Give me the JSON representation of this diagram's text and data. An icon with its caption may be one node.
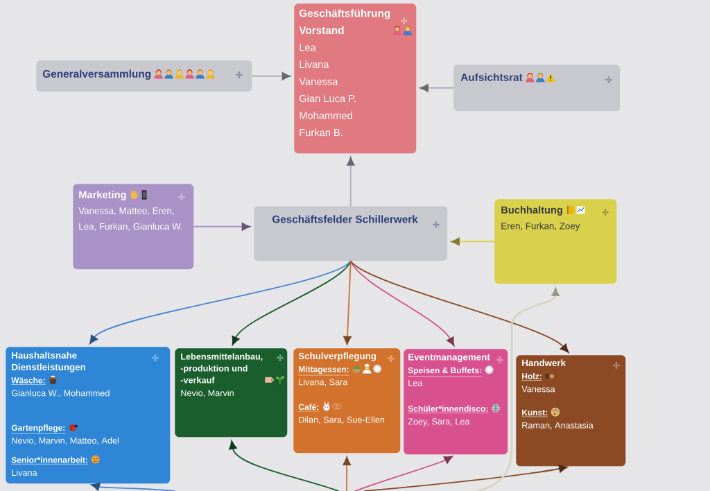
{
  "diagram": {
    "nodes": [
      {
        "text": [
          "Geschäftsführung Vorstand",
          "Lea",
          "Livana",
          "Vanessa",
          "Gian Luca P.",
          "Mohammed",
          "Furkan B."
        ]
      },
      {
        "text": [
          "Generalversammlung"
        ]
      },
      {
        "text": [
          "Aufsichtsrat"
        ]
      },
      {
        "text": [
          "Marketing",
          "Vanessa, Matteo, Eren, Lea, Furkan, Gianluca W."
        ]
      },
      {
        "text": [
          "Geschäftsfelder Schillerwerk"
        ]
      },
      {
        "text": [
          "Buchhaltung",
          "Eren, Furkan, Zoey"
        ]
      },
      {
        "text": [
          "Haushaltsnahe Dienstleistungen",
          "Wäsche:",
          "Gianluca W., Mohammed",
          "Gartenpflege:",
          "Nevio, Marvin, Matteo, Adel",
          "Senior*innenarbeit:",
          "Livana"
        ]
      },
      {
        "text": [
          "Lebensmittelanbau, -produktion und -verkauf",
          "Nevio, Marvin"
        ]
      },
      {
        "text": [
          "Schulverpflegung",
          "Mittagessen:",
          "Livana, Sara",
          "Café:",
          "Dilan, Sara, Sue-Ellen"
        ]
      },
      {
        "text": [
          "Eventmanagement",
          "Speisen & Buffets:",
          "Lea",
          "Schüler*innendisco:",
          "Zoey, Sara, Lea"
        ]
      },
      {
        "text": [
          "Handwerk",
          "Holz:",
          "Vanessa",
          "Kunst:",
          "Raman, Anastasia"
        ]
      }
    ],
    "edges": [
      {
        "from": 1,
        "to": 0,
        "arrow": "to"
      },
      {
        "from": 2,
        "to": 0,
        "arrow": "to"
      },
      {
        "from": 4,
        "to": 0,
        "arrow": "to"
      },
      {
        "from": 3,
        "to": 4,
        "arrow": "to",
        "color": "#a993c7"
      },
      {
        "from": 5,
        "to": 4,
        "arrow": "to",
        "color": "#d6cf4c"
      },
      {
        "from": 4,
        "to": 6,
        "arrow": "to",
        "color": "#4a86d0"
      },
      {
        "from": 4,
        "to": 7,
        "arrow": "to",
        "color": "#1f5e2e"
      },
      {
        "from": 4,
        "to": 8,
        "arrow": "to",
        "color": "#c8743a"
      },
      {
        "from": 4,
        "to": 9,
        "arrow": "to",
        "color": "#d0558a"
      },
      {
        "from": 4,
        "to": 10,
        "arrow": "to",
        "color": "#8a4a28"
      },
      {
        "from": null,
        "to": 6,
        "arrow": "to",
        "color": "#4a86d0"
      },
      {
        "from": null,
        "to": 7,
        "arrow": "to",
        "color": "#1f5e2e"
      },
      {
        "from": null,
        "to": 8,
        "arrow": "to",
        "color": "#c8743a"
      },
      {
        "from": null,
        "to": 9,
        "arrow": "to",
        "color": "#d0558a"
      },
      {
        "from": null,
        "to": 10,
        "arrow": "to",
        "color": "#8a4a28"
      },
      {
        "from": null,
        "to": 5,
        "arrow": "to",
        "color": "#d4d4c0"
      }
    ]
  }
}
